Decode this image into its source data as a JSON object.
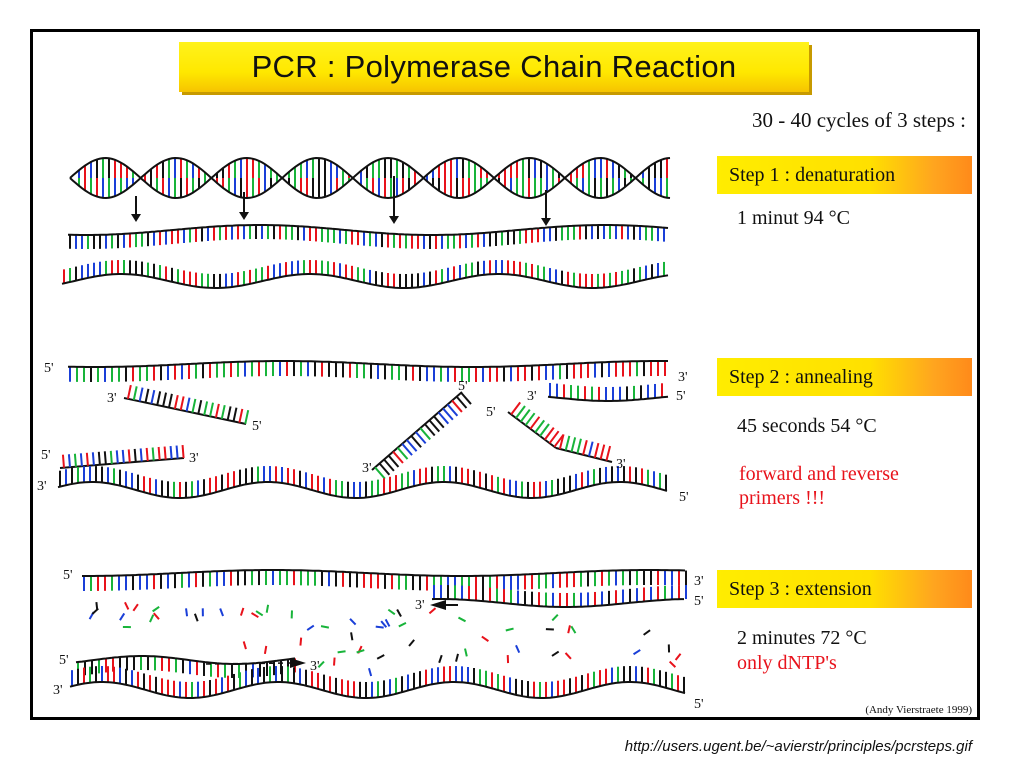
{
  "title": "PCR : Polymerase Chain Reaction",
  "cycles_text": "30 - 40 cycles of 3 steps :",
  "steps": [
    {
      "label": "Step 1 : denaturation",
      "lines": [
        "1 minut 94 °C"
      ]
    },
    {
      "label": "Step 2 : annealing",
      "lines": [
        "45 seconds 54 °C"
      ],
      "note": [
        "forward and reverse",
        "primers !!!"
      ]
    },
    {
      "label": "Step 3 : extension",
      "lines": [
        "2 minutes 72 °C"
      ],
      "note": [
        "only dNTP's"
      ]
    }
  ],
  "strand_labels": {
    "five": "5'",
    "three": "3'"
  },
  "credit": "(Andy Vierstraete 1999)",
  "source_url": "http://users.ugent.be/~avierstr/principles/pcrsteps.gif",
  "colors": {
    "accent_yellow": "#ffe800",
    "accent_orange": "#ff8a1a",
    "note_red": "#e8121b",
    "base_red": "#e8121b",
    "base_green": "#18b43a",
    "base_blue": "#1a3fd8",
    "base_black": "#111111"
  }
}
